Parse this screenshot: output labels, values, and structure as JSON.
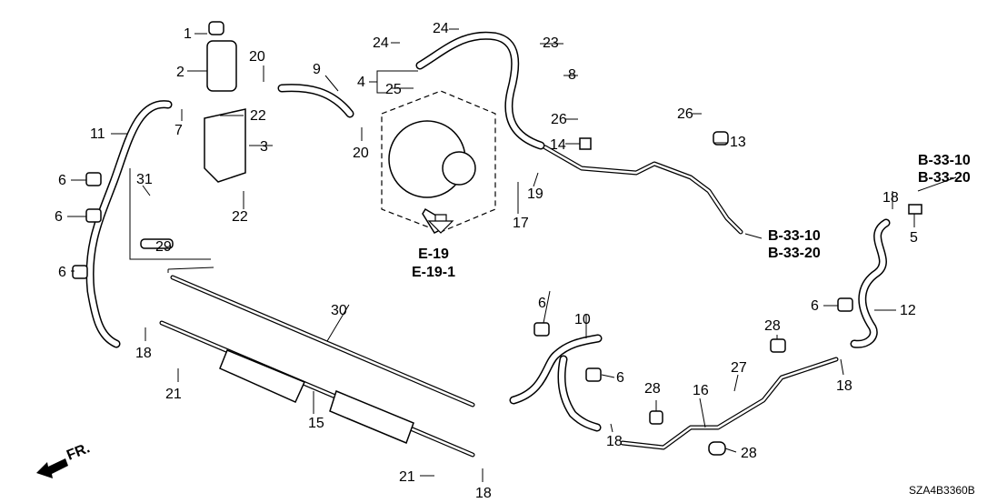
{
  "callouts": [
    "1",
    "2",
    "20",
    "9",
    "4",
    "24",
    "24",
    "25",
    "23",
    "8",
    "22",
    "7",
    "11",
    "3",
    "20",
    "26",
    "14",
    "26",
    "13",
    "6",
    "31",
    "6",
    "29",
    "22",
    "19",
    "17",
    "6",
    "18",
    "5",
    "6",
    "12",
    "30",
    "6",
    "10",
    "28",
    "18",
    "21",
    "6",
    "27",
    "18",
    "16",
    "28",
    "15",
    "18",
    "28",
    "21",
    "18"
  ],
  "references": {
    "pump": [
      "E-19",
      "E-19-1"
    ],
    "pipe_end": [
      "B-33-10",
      "B-33-20"
    ],
    "right_end": [
      "B-33-10",
      "B-33-20"
    ]
  },
  "direction_label": "FR.",
  "diagram_code": "SZA4B3360B",
  "colors": {
    "line": "#000000",
    "background": "#ffffff"
  }
}
